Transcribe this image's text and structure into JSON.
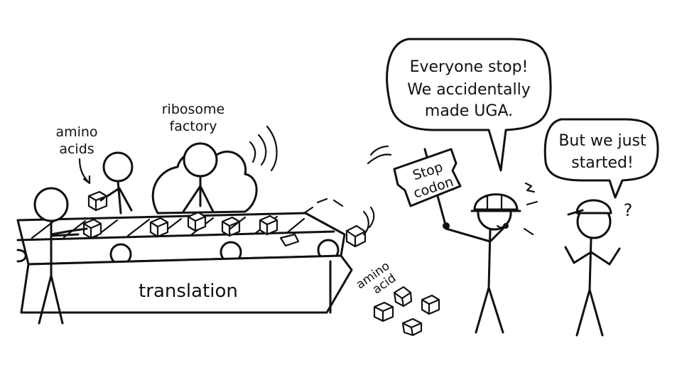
{
  "labels": {
    "amino_acids_line1": "amino",
    "amino_acids_line2": "acids",
    "ribosome_line1": "ribosome",
    "ribosome_line2": "factory",
    "translation": "translation",
    "amino_acid_line1": "amino",
    "amino_acid_line2": "acid"
  },
  "sign": {
    "line1": "Stop",
    "line2": "codon"
  },
  "speech": {
    "left_line1": "Everyone stop!",
    "left_line2": "We accidentally",
    "left_line3": "made UGA.",
    "right_line1": "But we just",
    "right_line2": "started!"
  },
  "question_mark": "?"
}
